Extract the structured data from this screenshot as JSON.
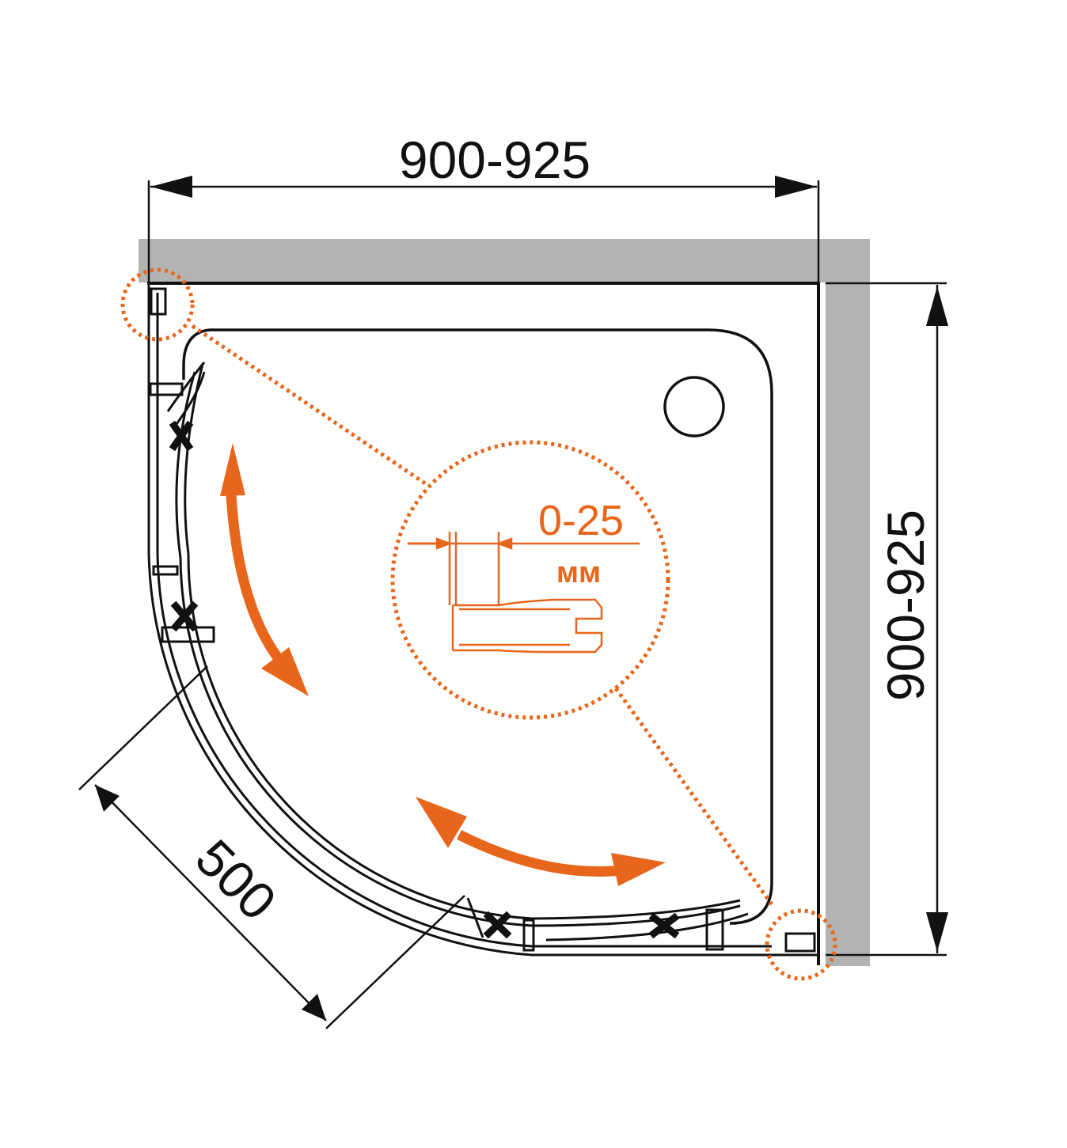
{
  "dimensions": {
    "width": "900-925",
    "depth": "900-925",
    "door_opening": "500"
  },
  "detail": {
    "adjustment_range": "0-25",
    "unit": "мм"
  },
  "colors": {
    "wall": "#b3b3b3",
    "line": "#111111",
    "accent": "#e8661b"
  }
}
